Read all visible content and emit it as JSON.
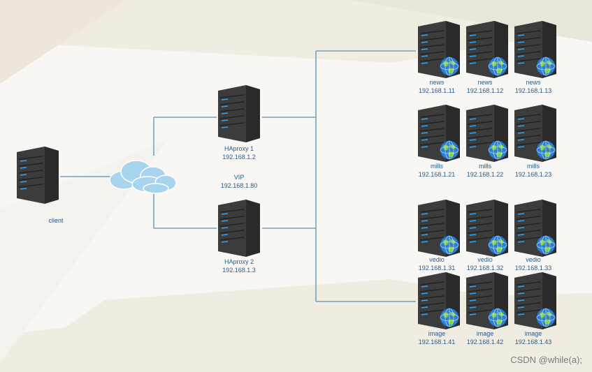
{
  "client": {
    "label": "client"
  },
  "proxies": [
    {
      "name": "HAproxy  1",
      "ip": "192.168.1.2"
    },
    {
      "name": "HAproxy  2",
      "ip": "192.168.1.3"
    }
  ],
  "vip": {
    "label": "VIP",
    "ip": "192.168.1.80"
  },
  "groups": [
    {
      "servers": [
        {
          "name": "news",
          "ip": "192.168.1.11"
        },
        {
          "name": "news",
          "ip": "192.168.1.12"
        },
        {
          "name": "news",
          "ip": "192.168.1.13"
        }
      ]
    },
    {
      "servers": [
        {
          "name": "mills",
          "ip": "192.168.1.21"
        },
        {
          "name": "mills",
          "ip": "192.168.1.22"
        },
        {
          "name": "mills",
          "ip": "192.168.1.23"
        }
      ]
    },
    {
      "servers": [
        {
          "name": "vedio",
          "ip": "192.168.1.31"
        },
        {
          "name": "vedio",
          "ip": "192.168.1.32"
        },
        {
          "name": "vedio",
          "ip": "192.168.1.33"
        }
      ]
    },
    {
      "servers": [
        {
          "name": "image",
          "ip": "192.168.1.41"
        },
        {
          "name": "image",
          "ip": "192.168.1.42"
        },
        {
          "name": "image",
          "ip": "192.168.1.43"
        }
      ]
    }
  ],
  "watermark": "CSDN @while(a);",
  "colors": {
    "wire": "#5d8fb4",
    "label": "#2a5a86",
    "cloud": "#a8d4ee",
    "server_body": "#3a3a3a",
    "server_led": "#3aa0e8"
  }
}
